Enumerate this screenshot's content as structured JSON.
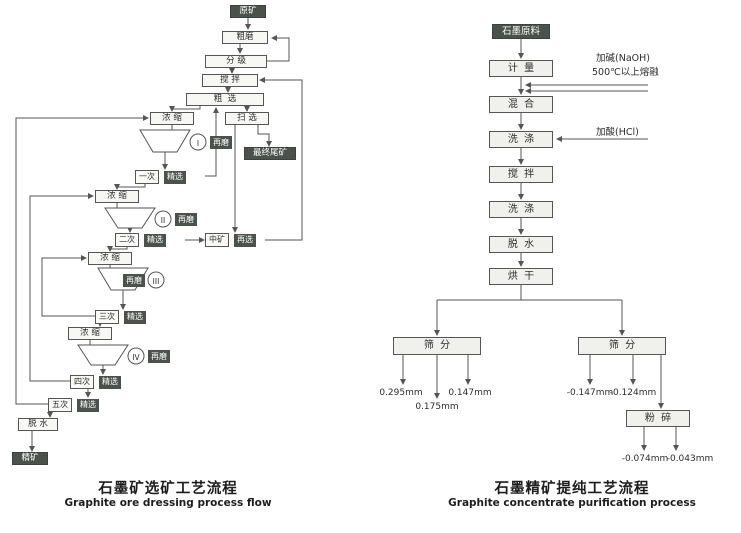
{
  "colors": {
    "line": "#555555",
    "box_border": "#555555",
    "light_box_bg": "#f0f0ed",
    "dark_box_bg": "#4b524c",
    "dark_box_text": "#ffffff",
    "text": "#2e2e2e"
  },
  "left": {
    "title_zh": "石墨矿选矿工艺流程",
    "title_en": "Graphite ore dressing process flow",
    "nodes": {
      "raw_ore": "原矿",
      "coarse_grind": "粗磨",
      "classify": "分 级",
      "stir": "搅 拌",
      "rough": "粗  选",
      "sweep": "扫 选",
      "final_tailings": "最终尾矿",
      "dewater": "脱 水",
      "concentrate": "精矿"
    },
    "thicken_label": "浓 缩",
    "clean_label": "精选",
    "regrind_label": "再磨",
    "reselect_label": "再选",
    "stages": {
      "s1": "一次",
      "s2": "二次",
      "s3": "三次",
      "s4": "四次",
      "s5": "五次",
      "mid": "中矿"
    },
    "mills": [
      "I",
      "II",
      "III",
      "IV"
    ]
  },
  "right": {
    "title_zh": "石墨精矿提纯工艺流程",
    "title_en": "Graphite concentrate purification process",
    "nodes": {
      "feed": "石墨原料",
      "meter": "计  量",
      "mix": "混  合",
      "wash1": "洗  涤",
      "stir": "搅  拌",
      "wash2": "洗  涤",
      "dewater": "脱  水",
      "dry": "烘  干",
      "sieve_left": "筛  分",
      "sieve_right": "筛  分",
      "crush": "粉  碎"
    },
    "annotations": {
      "alkali": "加碱(NaOH)",
      "melt": "500℃以上熔融",
      "acid": "加酸(HCl)"
    },
    "outputs": {
      "sieve_left": [
        "0.295mm",
        "0.175mm",
        "0.147mm"
      ],
      "sieve_right": [
        "-0.147mm",
        "-0.124mm"
      ],
      "crush": [
        "-0.074mm",
        "-0.043mm"
      ]
    }
  }
}
